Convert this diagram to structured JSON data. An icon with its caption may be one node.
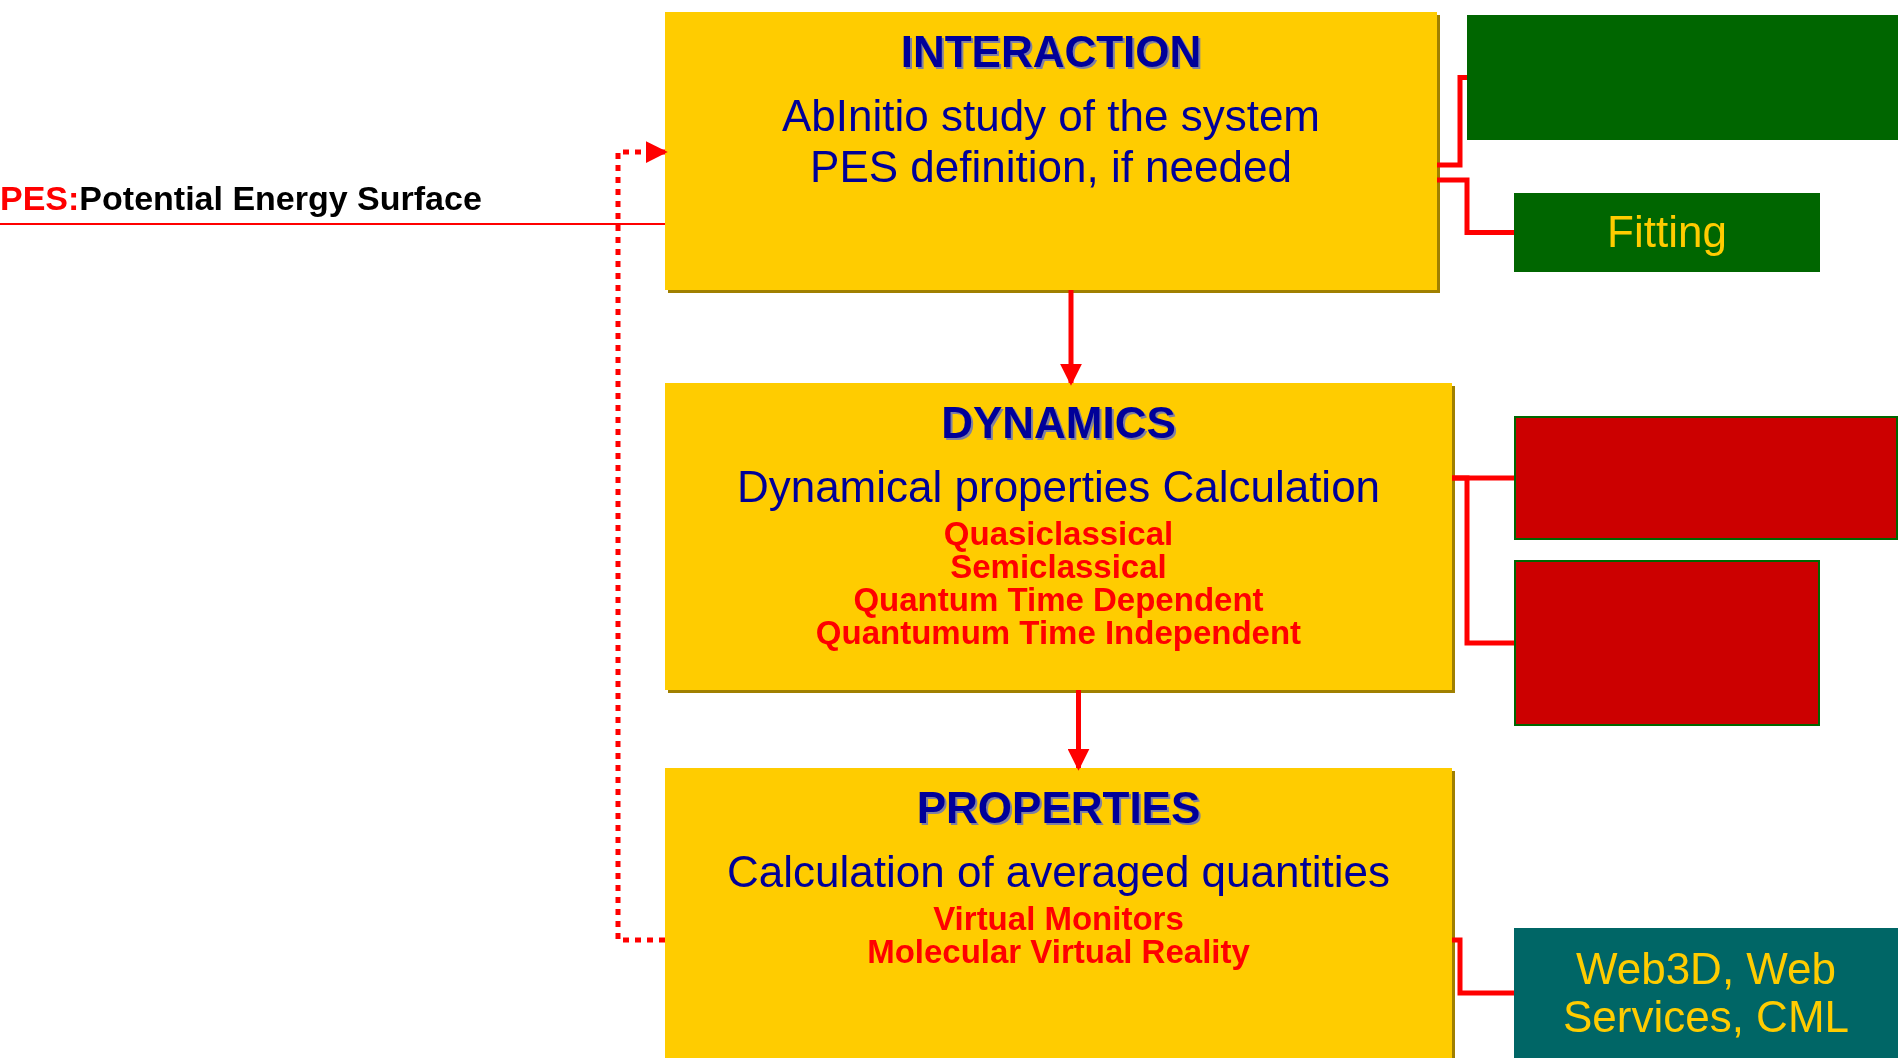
{
  "diagram": {
    "nodes": [
      {
        "text": [
          "INTERACTION",
          "AbInitio study of the system PES definition, if needed"
        ]
      },
      {
        "text": [
          "DYNAMICS",
          "Dynamical properties Calculation",
          "Quasiclassical",
          "Semiclassical",
          "Quantum Time Dependent",
          "Quantumum Time Independent"
        ]
      },
      {
        "text": [
          "PROPERTIES",
          "Calculation of averaged quantities",
          "Virtual Monitors",
          "Molecular Virtual Reality"
        ]
      },
      {
        "text": [],
        "shape": "box"
      },
      {
        "text": [
          "Fitting"
        ]
      },
      {
        "text": [],
        "shape": "box"
      },
      {
        "text": [],
        "shape": "box"
      },
      {
        "text": [
          "Web3D, Web Services, CML"
        ]
      },
      {
        "text": [
          "PES:",
          "Potential Energy Surface"
        ]
      }
    ],
    "edges": [
      {
        "from": 0,
        "to": 1,
        "arrow": "to"
      },
      {
        "from": 1,
        "to": 2,
        "arrow": "to"
      },
      {
        "from": 2,
        "to": 0,
        "arrow": "to",
        "style": "dashed"
      },
      {
        "from": 0,
        "to": 3,
        "arrow": "none"
      },
      {
        "from": 0,
        "to": 4,
        "arrow": "none"
      },
      {
        "from": 1,
        "to": 5,
        "arrow": "none"
      },
      {
        "from": 1,
        "to": 6,
        "arrow": "none"
      },
      {
        "from": 2,
        "to": 7,
        "arrow": "none"
      },
      {
        "from": 8,
        "to": 0,
        "arrow": "none"
      }
    ]
  }
}
